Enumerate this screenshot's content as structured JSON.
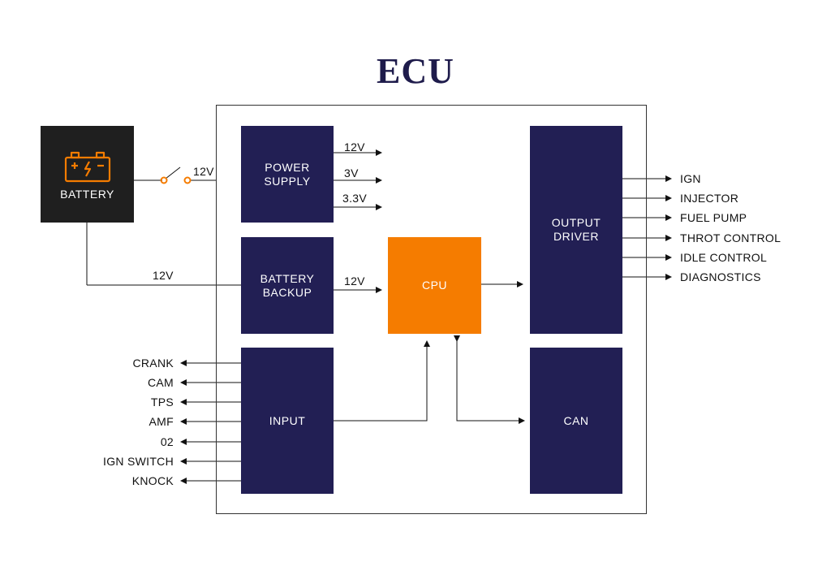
{
  "title": "ECU",
  "battery": {
    "label": "BATTERY",
    "icon": "battery-icon"
  },
  "switch_voltage": "12V",
  "backup_voltage": "12V",
  "blocks": {
    "power_supply": "POWER\nSUPPLY",
    "battery_backup": "BATTERY\nBACKUP",
    "cpu": "CPU",
    "output_driver": "OUTPUT\nDRIVER",
    "input": "INPUT",
    "can": "CAN"
  },
  "power_outputs": [
    "12V",
    "3V",
    "3.3V"
  ],
  "backup_to_cpu": "12V",
  "outputs": [
    "IGN",
    "INJECTOR",
    "FUEL PUMP",
    "THROT CONTROL",
    "IDLE CONTROL",
    "DIAGNOSTICS"
  ],
  "inputs": [
    "CRANK",
    "CAM",
    "TPS",
    "AMF",
    "02",
    "IGN SWITCH",
    "KNOCK"
  ],
  "colors": {
    "block": "#221f54",
    "cpu": "#f57c00",
    "battery": "#1f1f1f",
    "icon": "#f57c00",
    "title": "#1e1b4b"
  }
}
